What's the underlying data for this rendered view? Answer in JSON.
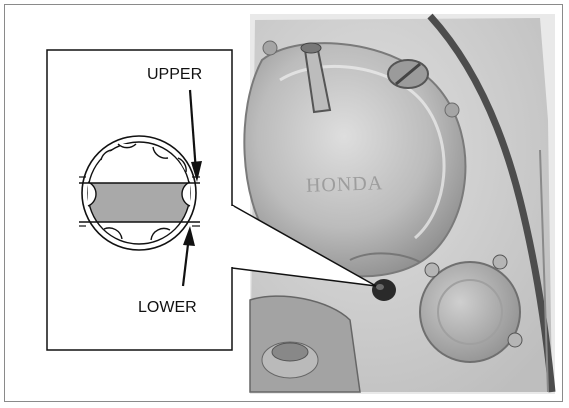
{
  "figure": {
    "labels": {
      "upper": "UPPER",
      "lower": "LOWER"
    },
    "engine_brand_text": "HONDA",
    "inset": {
      "description_name": "oil level inspection window detail",
      "level_range": "between UPPER and LOWER"
    },
    "colors": {
      "line": "#111111",
      "oil_fill": "#a9a9a9",
      "photo_mid": "#bdbdbd",
      "photo_dark": "#5a5a5a"
    }
  }
}
